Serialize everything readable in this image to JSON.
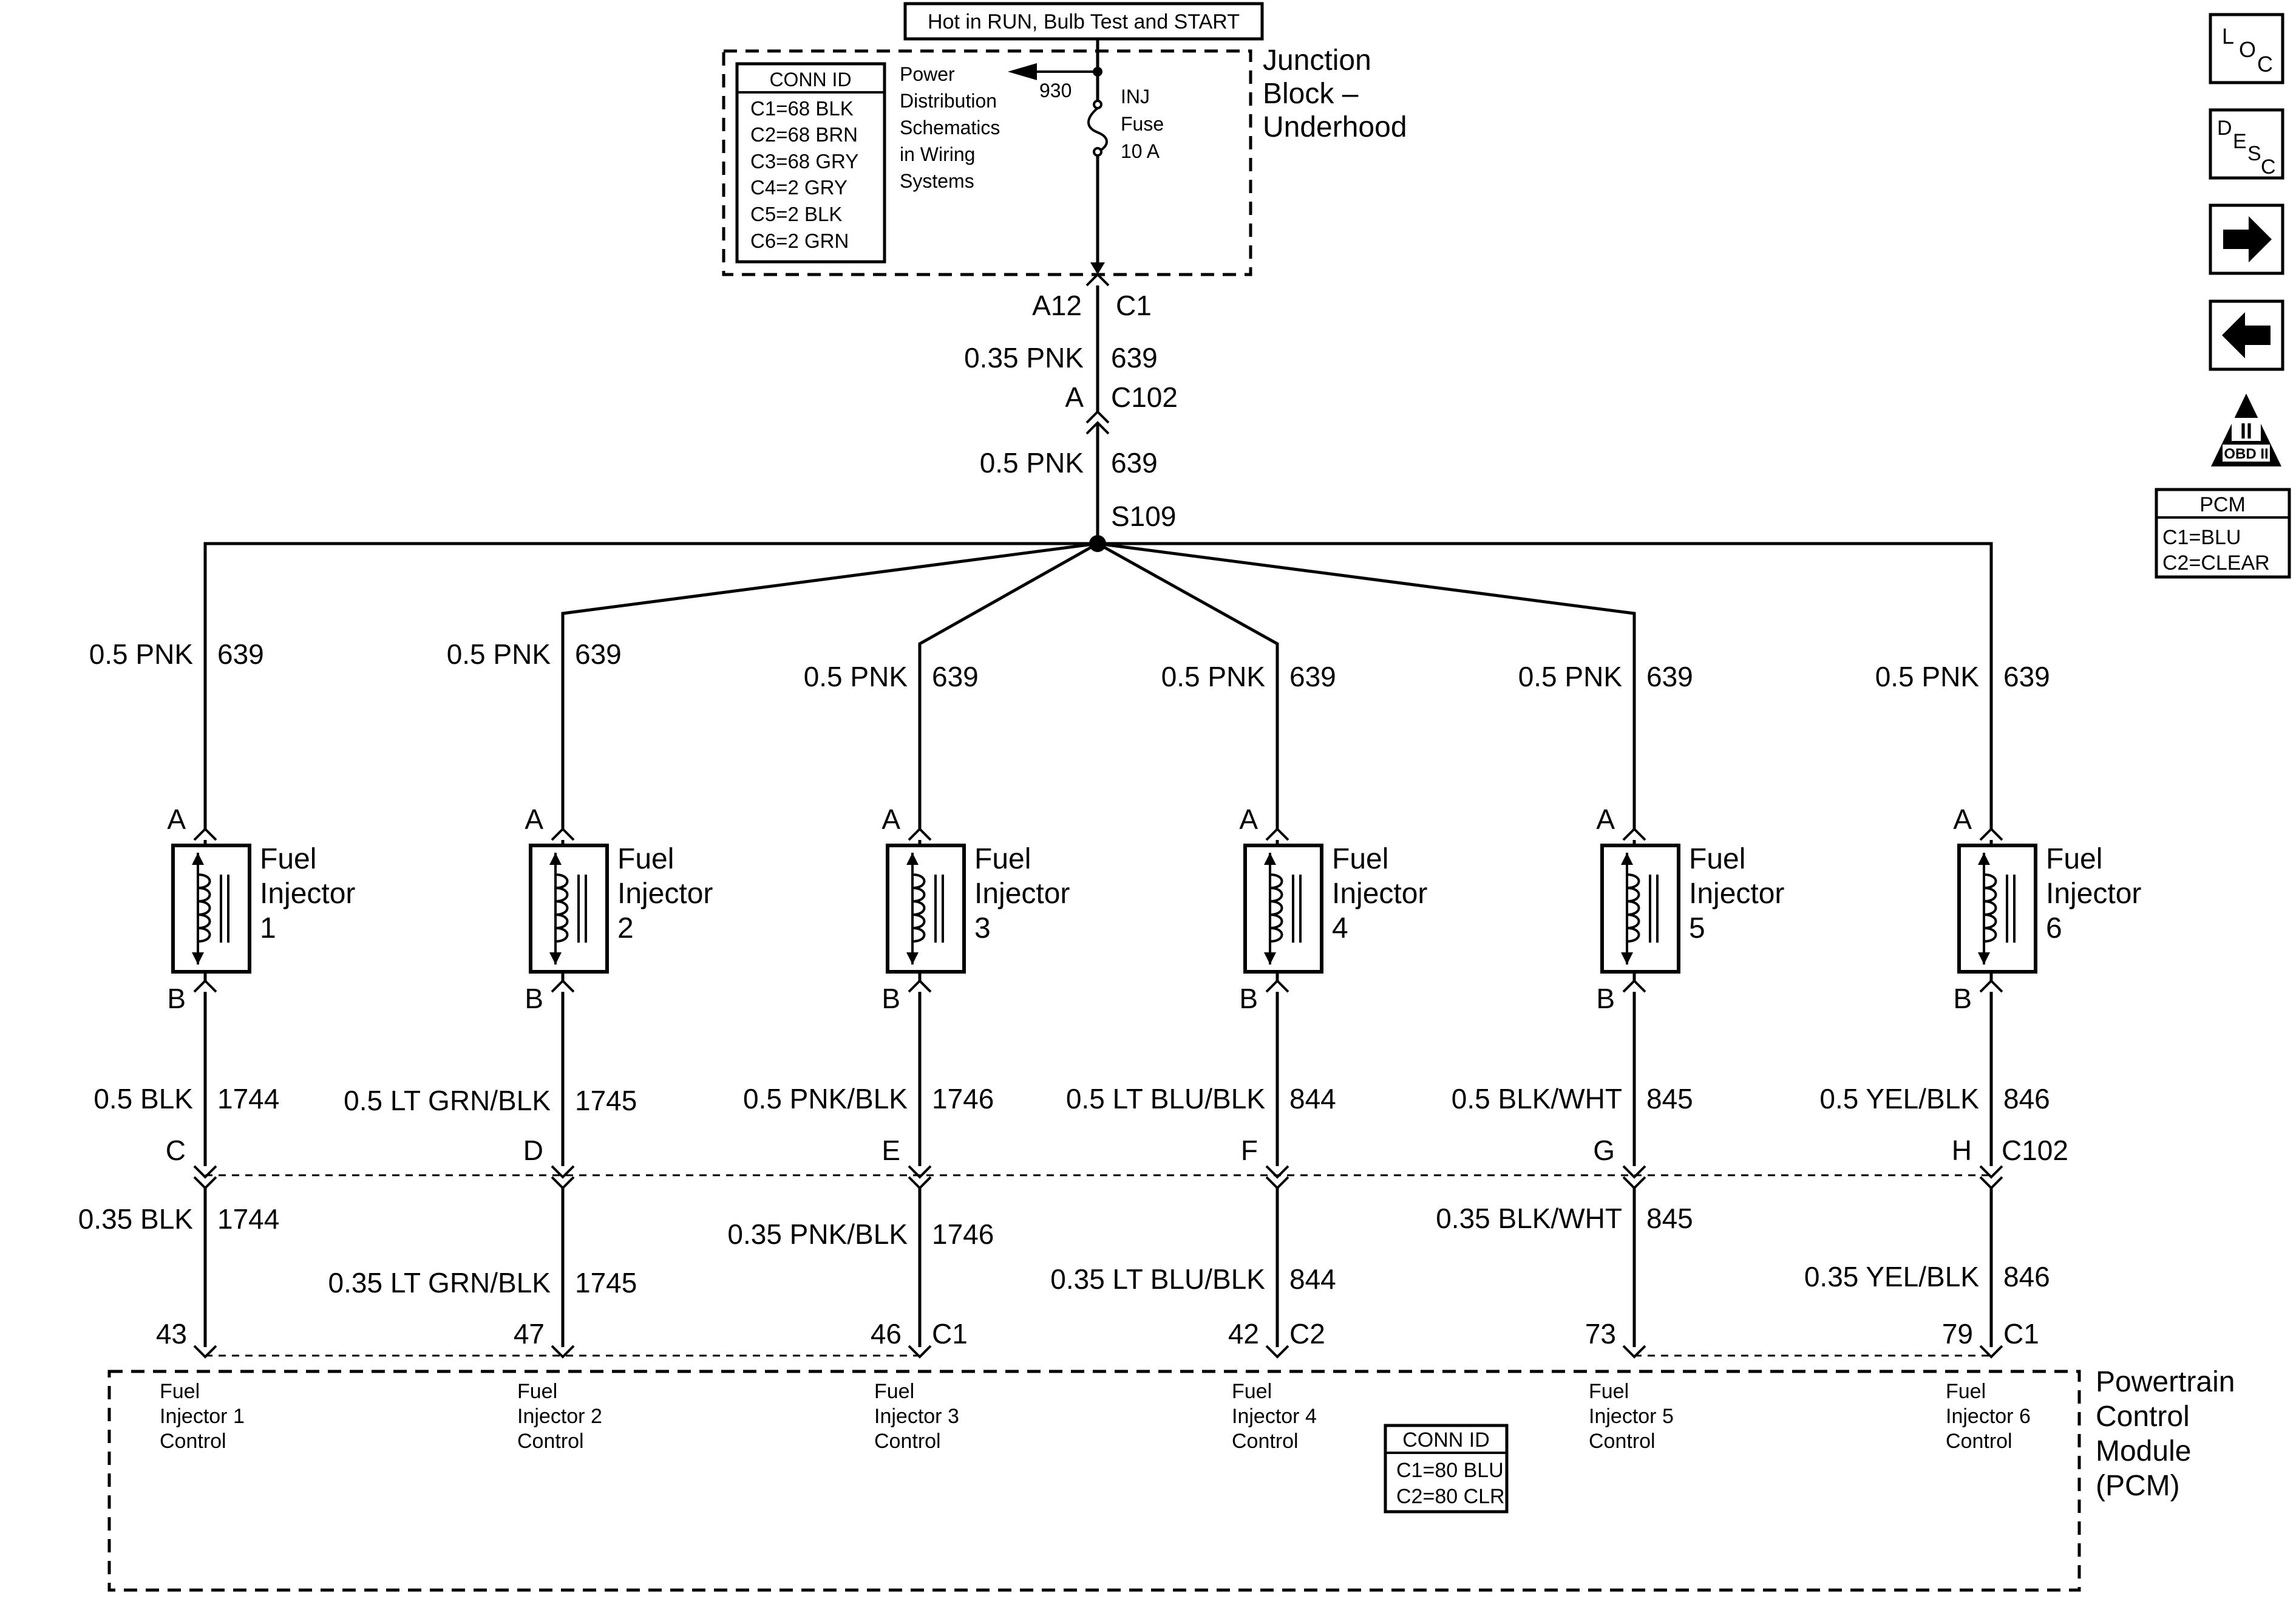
{
  "header_box": "Hot in RUN, Bulb Test and START",
  "junction_block": {
    "title_lines": [
      "Junction",
      "Block –",
      "Underhood"
    ],
    "conn_id_title": "CONN ID",
    "conn_ids": [
      "C1=68 BLK",
      "C2=68 BRN",
      "C3=68 GRY",
      "C4=2 GRY",
      "C5=2 BLK",
      "C6=2 GRN"
    ],
    "power_dist_lines": [
      "Power",
      "Distribution",
      "Schematics",
      "in Wiring",
      "Systems"
    ],
    "branch_circuit": "930",
    "fuse_lines": [
      "INJ",
      "Fuse",
      "10 A"
    ]
  },
  "main_feed": {
    "pin": "A12",
    "connector": "C1",
    "wire_upper": "0.35 PNK",
    "circuit_upper": "639",
    "c102_pin": "A",
    "c102_label": "C102",
    "wire_lower": "0.5 PNK",
    "circuit_lower": "639",
    "splice": "S109"
  },
  "injectors": [
    {
      "wire_top": "0.5 PNK",
      "circuit_top": "639",
      "pin_a": "A",
      "title": "Fuel",
      "subtitle": "Injector",
      "number": "1",
      "pin_b": "B",
      "wire_mid": "0.5 BLK",
      "circuit_mid": "1744",
      "c102_pin": "C",
      "wire_bot": "0.35 BLK",
      "circuit_bot": "1744",
      "pcm_pin": "43",
      "pcm_conn": "",
      "pcm_lines": [
        "Fuel",
        "Injector 1",
        "Control"
      ]
    },
    {
      "wire_top": "0.5 PNK",
      "circuit_top": "639",
      "pin_a": "A",
      "title": "Fuel",
      "subtitle": "Injector",
      "number": "2",
      "pin_b": "B",
      "wire_mid": "0.5 LT GRN/BLK",
      "circuit_mid": "1745",
      "c102_pin": "D",
      "wire_bot": "0.35 LT GRN/BLK",
      "circuit_bot": "1745",
      "pcm_pin": "47",
      "pcm_conn": "",
      "pcm_lines": [
        "Fuel",
        "Injector 2",
        "Control"
      ]
    },
    {
      "wire_top": "0.5 PNK",
      "circuit_top": "639",
      "pin_a": "A",
      "title": "Fuel",
      "subtitle": "Injector",
      "number": "3",
      "pin_b": "B",
      "wire_mid": "0.5 PNK/BLK",
      "circuit_mid": "1746",
      "c102_pin": "E",
      "wire_bot": "0.35 PNK/BLK",
      "circuit_bot": "1746",
      "pcm_pin": "46",
      "pcm_conn": "C1",
      "pcm_lines": [
        "Fuel",
        "Injector 3",
        "Control"
      ]
    },
    {
      "wire_top": "0.5 PNK",
      "circuit_top": "639",
      "pin_a": "A",
      "title": "Fuel",
      "subtitle": "Injector",
      "number": "4",
      "pin_b": "B",
      "wire_mid": "0.5 LT BLU/BLK",
      "circuit_mid": "844",
      "c102_pin": "F",
      "wire_bot": "0.35 LT BLU/BLK",
      "circuit_bot": "844",
      "pcm_pin": "42",
      "pcm_conn": "C2",
      "pcm_lines": [
        "Fuel",
        "Injector 4",
        "Control"
      ]
    },
    {
      "wire_top": "0.5 PNK",
      "circuit_top": "639",
      "pin_a": "A",
      "title": "Fuel",
      "subtitle": "Injector",
      "number": "5",
      "pin_b": "B",
      "wire_mid": "0.5 BLK/WHT",
      "circuit_mid": "845",
      "c102_pin": "G",
      "wire_bot": "0.35 BLK/WHT",
      "circuit_bot": "845",
      "pcm_pin": "73",
      "pcm_conn": "",
      "pcm_lines": [
        "Fuel",
        "Injector 5",
        "Control"
      ]
    },
    {
      "wire_top": "0.5 PNK",
      "circuit_top": "639",
      "pin_a": "A",
      "title": "Fuel",
      "subtitle": "Injector",
      "number": "6",
      "pin_b": "B",
      "wire_mid": "0.5 YEL/BLK",
      "circuit_mid": "846",
      "c102_pin": "H",
      "wire_bot": "0.35 YEL/BLK",
      "circuit_bot": "846",
      "pcm_pin": "79",
      "pcm_conn": "C1",
      "pcm_lines": [
        "Fuel",
        "Injector 6",
        "Control"
      ]
    }
  ],
  "c102_right_label": "C102",
  "pcm": {
    "title_lines": [
      "Powertrain",
      "Control",
      "Module",
      "(PCM)"
    ],
    "conn_id_title": "CONN ID",
    "conn_ids": [
      "C1=80 BLU",
      "C2=80 CLR"
    ]
  },
  "sidebar": {
    "loc": {
      "l": "L",
      "o": "O",
      "c": "C"
    },
    "desc": {
      "d": "D",
      "e": "E",
      "s": "S",
      "c": "C"
    },
    "next_icon": "arrow-right-icon",
    "prev_icon": "arrow-left-icon",
    "obd_roman": "II",
    "obd_label": "OBD II",
    "pcm_box": {
      "title": "PCM",
      "lines": [
        "C1=BLU",
        "C2=CLEAR"
      ]
    }
  }
}
